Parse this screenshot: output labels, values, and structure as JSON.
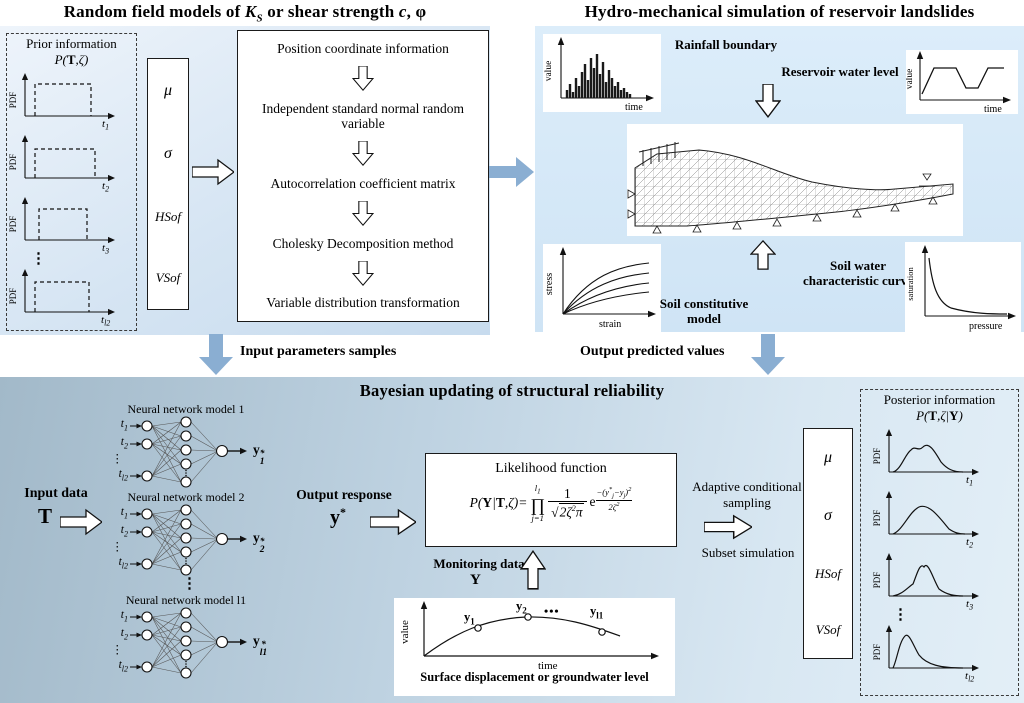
{
  "tl": {
    "title": {
      "a": "Random field  models of ",
      "k": "K",
      "ksub": "S",
      "b": " or shear strength ",
      "c": "c",
      "d": ", φ"
    },
    "prior": {
      "label": "Prior information",
      "dist": {
        "a": "P(",
        "t": "T",
        "b": ",ζ)"
      },
      "plots": [
        {
          "ylabel": "PDF",
          "xb": "t",
          "xs": "1"
        },
        {
          "ylabel": "PDF",
          "xb": "t",
          "xs": "2"
        },
        {
          "ylabel": "PDF",
          "xb": "t",
          "xs": "3"
        },
        {
          "ylabel": "PDF",
          "xb": "t",
          "xs": "l2"
        }
      ],
      "dots": "⋮"
    },
    "params": {
      "mu": "μ",
      "sigma": "σ",
      "hsof": "HSof",
      "vsof": "VSof"
    },
    "flow": [
      "Position coordinate information",
      "Independent standard normal random variable",
      "Autocorrelation coefficient matrix",
      "Cholesky Decomposition method",
      "Variable distribution transformation"
    ]
  },
  "tr": {
    "title": "Hydro-mechanical simulation of reservoir landslides",
    "rainfall_label": "Rainfall boundary",
    "reservoir_label": "Reservoir water level",
    "soil1": "Soil constitutive",
    "soil2": "model",
    "swcc1": "Soil water",
    "swcc2": "characteristic curve",
    "rain": {
      "ylabel": "value",
      "xlabel": "time"
    },
    "res": {
      "ylabel": "value",
      "xlabel": "time"
    },
    "stress": {
      "ylabel": "stress",
      "xlabel": "strain"
    },
    "swcc": {
      "ylabel": "saturation",
      "xlabel": "pressure"
    }
  },
  "conn": {
    "input": "Input parameters samples",
    "output": "Output predicted values"
  },
  "bt": {
    "title": "Bayesian updating of structural reliability",
    "input_label": "Input data",
    "input_symbol": "T",
    "tbase": "t",
    "ybase": "y",
    "star": "*",
    "dots": "⋮",
    "nn": [
      {
        "title": "Neural network model 1",
        "i1": "1",
        "i2": "2",
        "i3": "l2",
        "out": "1"
      },
      {
        "title": "Neural network model 2",
        "i1": "1",
        "i2": "2",
        "i3": "l2",
        "out": "2"
      },
      {
        "title": "Neural network model l1",
        "i1": "1",
        "i2": "2",
        "i3": "l2",
        "out": "l1"
      }
    ],
    "output_label": "Output response",
    "lik": {
      "title": "Likelihood function",
      "l1": "P(",
      "lY": "Y",
      "l2": "|",
      "lT": "T",
      "l3": ",ζ)=",
      "ptop": "l",
      "ptops": "1",
      "psym": "∏",
      "pbot": "j=1",
      "num": "1",
      "sqrt": "√",
      "den": "2ζ",
      "den2": "2",
      "den3": "π",
      "e": "e",
      "ea": "−(y",
      "estar": "*",
      "ej1": "j",
      "eb": "−y",
      "ej2": "j",
      "ec": ")",
      "esq": "2",
      "eda": "2ζ",
      "edb": "2"
    },
    "monitoring_label": "Monitoring data",
    "monitoring_symbol": "Y",
    "mon": {
      "ylabel": "value",
      "xlabel": "time",
      "p1b": "y",
      "p1s": "1",
      "p2b": "y",
      "p2s": "2",
      "pdots": "•••",
      "p3b": "y",
      "p3s": "l1",
      "caption": "Surface displacement or groundwater level"
    },
    "adaptive1": "Adaptive conditional",
    "adaptive2": "sampling",
    "subset": "Subset simulation",
    "params": {
      "mu": "μ",
      "sigma": "σ",
      "hsof": "HSof",
      "vsof": "VSof"
    },
    "post": {
      "label": "Posterior information",
      "dist": {
        "a": "P(",
        "t": "T",
        "b": ",ζ|",
        "y": "Y",
        "c": ")"
      },
      "plots": [
        {
          "ylabel": "PDF",
          "xb": "t",
          "xs": "1"
        },
        {
          "ylabel": "PDF",
          "xb": "t",
          "xs": "2"
        },
        {
          "ylabel": "PDF",
          "xb": "t",
          "xs": "3"
        },
        {
          "ylabel": "PDF",
          "xb": "t",
          "xs": "l2"
        }
      ],
      "dots": "⋮"
    }
  }
}
